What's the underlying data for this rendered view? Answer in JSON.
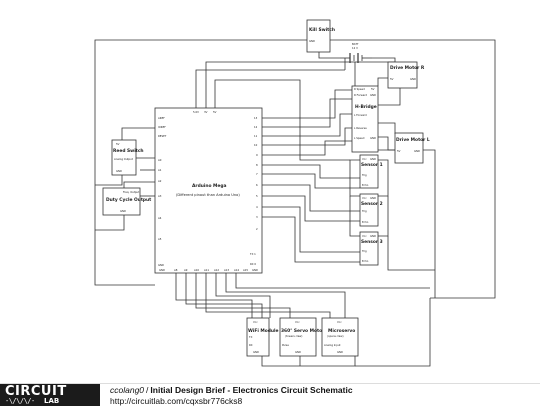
{
  "schematic": {
    "components": {
      "kill_switch": {
        "title": "Kill Switch",
        "pins": [
          "GND"
        ]
      },
      "battery": {
        "title": "BATT",
        "value": "12 V"
      },
      "drive_motor_r": {
        "title": "Drive Motor R",
        "pins": [
          "5V",
          "GND"
        ]
      },
      "h_bridge": {
        "title": "H-Bridge",
        "pins": [
          "R Speed",
          "5V",
          "R Forward",
          "GND",
          "L Forward",
          "L Reverse",
          "L Speed",
          "GND"
        ]
      },
      "drive_motor_l": {
        "title": "Drive Motor L",
        "pins": [
          "5V",
          "GND"
        ]
      },
      "arduino": {
        "title": "Arduino Mega",
        "subtitle": "(Different pinout than Arduino Uno)",
        "top_pins": [
          "5.0V",
          "3V",
          "5V"
        ],
        "left_pins": [
          "AREF",
          "IOREF",
          "RESET",
          "A0",
          "A1",
          "A2",
          "A3",
          "A4",
          "A5",
          "GND"
        ],
        "right_pins": [
          "13",
          "12",
          "11",
          "10",
          "9",
          "8",
          "7",
          "6",
          "5",
          "4",
          "3",
          "2",
          "TX 1",
          "RX 0"
        ],
        "bottom_pins": [
          "GND",
          "A8",
          "A9",
          "A10",
          "A11",
          "A12",
          "A13",
          "A14",
          "A15",
          "GND"
        ]
      },
      "reed_switch": {
        "title": "Reed Switch",
        "pins": [
          "5V",
          "Analog Output",
          "GND"
        ]
      },
      "duty_cycle": {
        "title": "Duty Cycle Output",
        "pins": [
          "Freq. Output",
          "GND"
        ]
      },
      "sensor_1": {
        "title": "Sensor 1",
        "pins": [
          "Vcc",
          "GND",
          "Trig",
          "Echo"
        ]
      },
      "sensor_2": {
        "title": "Sensor 2",
        "pins": [
          "Vcc",
          "GND",
          "Trig",
          "Echo"
        ]
      },
      "sensor_3": {
        "title": "Sensor 3",
        "pins": [
          "Vcc",
          "GND",
          "Trig",
          "Echo"
        ]
      },
      "wifi": {
        "title": "WiFi Module",
        "pins": [
          "Vcc",
          "TX",
          "RX",
          "GND"
        ]
      },
      "servo": {
        "title": "360° Servo Motor",
        "subtitle": "(towers claw)",
        "pins": [
          "Vcc",
          "Pulse",
          "GND"
        ]
      },
      "microservo": {
        "title": "Microservo",
        "subtitle": "(opens claw)",
        "pins": [
          "Vcc",
          "Analog Input",
          "GND"
        ]
      }
    }
  },
  "footer": {
    "logo_line1": "CIRCUIT",
    "logo_line2": "LAB",
    "logo_pattern": "-\\/\\/\\/-",
    "author": "ccolang0",
    "separator": "/",
    "title": "Initial Design Brief - Electronics Circuit Schematic",
    "url": "http://circuitlab.com/cqxsbr776cks8"
  }
}
